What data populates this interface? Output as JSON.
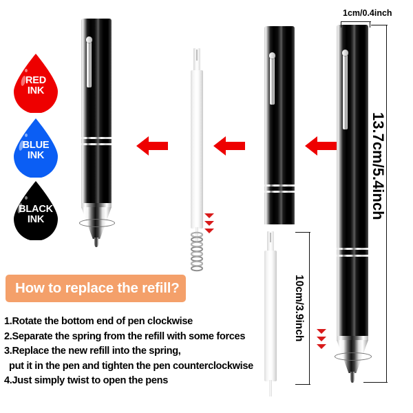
{
  "product": {
    "title": "Ballpoint pen refill replacement infographic"
  },
  "ink_colors": [
    {
      "name": "red-ink-droplet",
      "label_line1": "RED",
      "label_line2": "INK",
      "color": "#ee0000"
    },
    {
      "name": "blue-ink-droplet",
      "label_line1": "BLUE",
      "label_line2": "INK",
      "color": "#0b5ef4"
    },
    {
      "name": "black-ink-droplet",
      "label_line1": "BLACK",
      "label_line2": "INK",
      "color": "#000000"
    }
  ],
  "banner": {
    "heading": "How to replace the refill?",
    "background": "#f4a06a",
    "text_color": "#ffffff"
  },
  "instructions": [
    {
      "text": "1.Rotate the bottom end of pen clockwise",
      "continuation": false
    },
    {
      "text": "2.Separate the spring from the refill with some forces",
      "continuation": false
    },
    {
      "text": "3.Replace the new refill into the spring,",
      "continuation": false
    },
    {
      "text": "put it in the pen and tighten the pen counterclockwise",
      "continuation": true
    },
    {
      "text": "4.Just simply twist to open the pens",
      "continuation": false
    }
  ],
  "dimensions": {
    "pen_width": "1cm/0.4inch",
    "pen_length": "13.7cm/5.4inch",
    "refill_length": "10cm/3.9inch"
  },
  "arrows": {
    "color": "#ee0000",
    "direction": "left",
    "count": 3
  },
  "chevrons": {
    "color": "#d81a1a",
    "count": 3
  },
  "parts": {
    "assembled_pen": "assembled-black-pen",
    "disassembled_pen": "disassembled-black-pen",
    "refill_with_spring": "white-refill-with-spring",
    "refill_plain": "white-refill",
    "full_pen": "full-black-pen"
  }
}
